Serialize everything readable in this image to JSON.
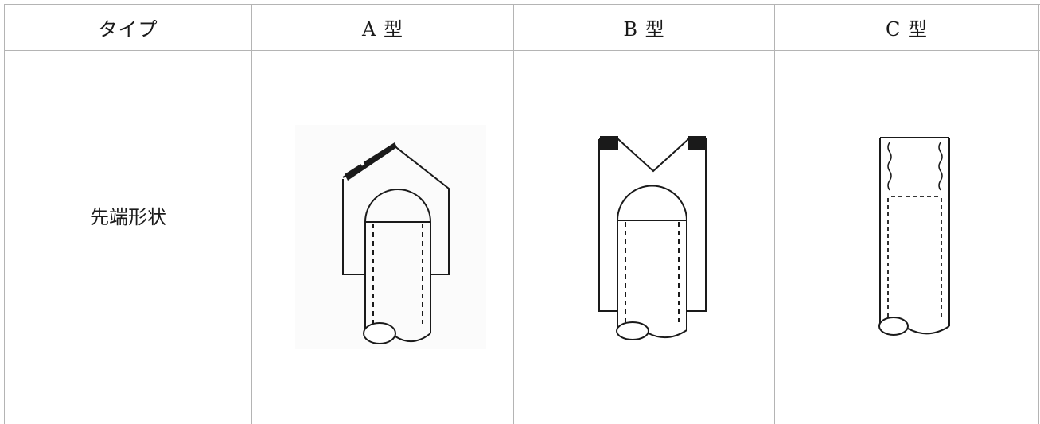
{
  "table": {
    "headers": [
      "タイプ",
      "A 型",
      "B 型",
      "C 型"
    ],
    "row_label": "先端形状"
  },
  "figures": [
    {
      "type": "A 型",
      "shape": "pointed-roof-tip"
    },
    {
      "type": "B 型",
      "shape": "v-notch-tip"
    },
    {
      "type": "C 型",
      "shape": "threaded-tube-tip"
    }
  ]
}
